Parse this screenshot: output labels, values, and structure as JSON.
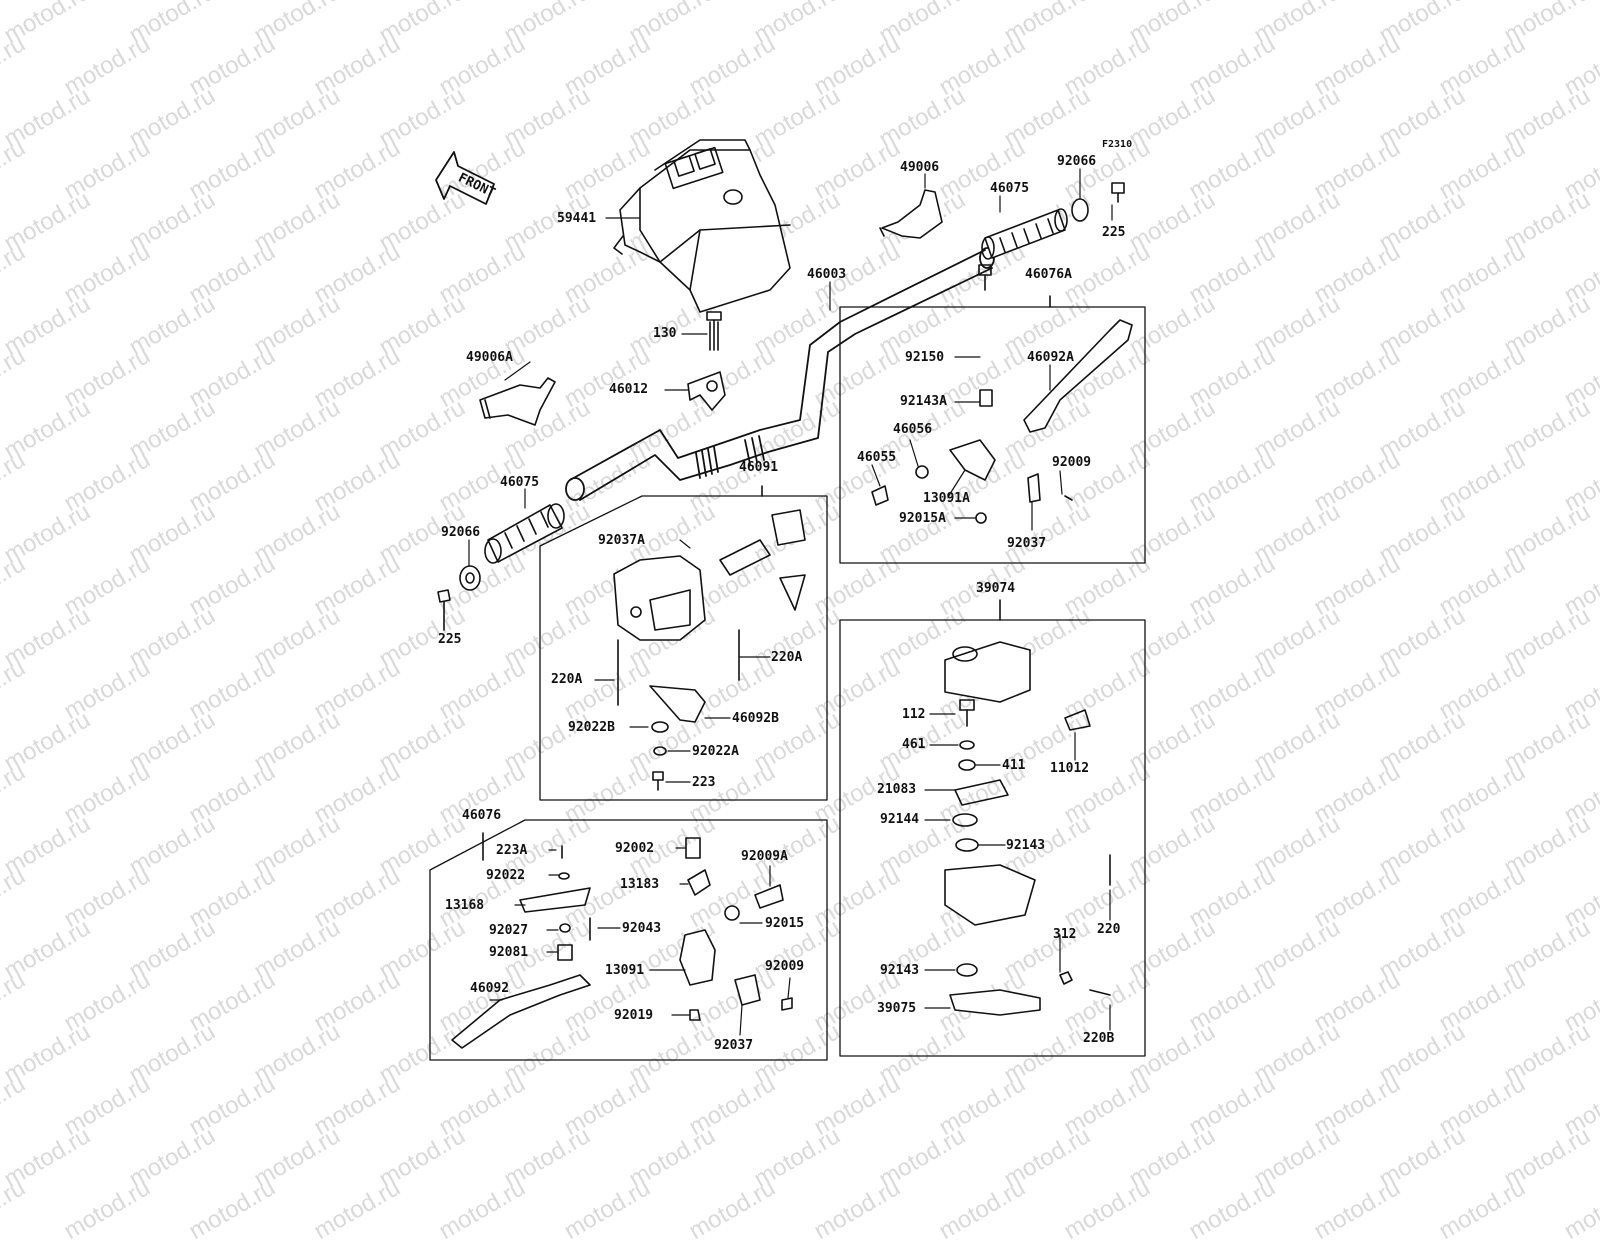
{
  "watermark": "motod.ru",
  "figure_code": "F2310",
  "front_label": "FRONT",
  "colors": {
    "line": "#111111",
    "watermark": "#d9d9d9",
    "background": "#ffffff"
  },
  "parts": {
    "handlebar_cover": "59441",
    "grip_cap_right": "49006",
    "grip_right": "46075",
    "grip_end_right": "92066",
    "bolt_right": "225",
    "handlebar": "46003",
    "bolt_clamp": "130",
    "clamp": "46012",
    "grip_cap_left": "49006A",
    "grip_left": "46075",
    "grip_end_left": "92066",
    "bolt_left": "225",
    "brake_lever_assy_right": "46076A",
    "bolt_92150": "92150",
    "lever_46092A": "46092A",
    "collar_92143A": "92143A",
    "part_46056": "46056",
    "part_46055": "46055",
    "screw_92009": "92009",
    "holder_13091A": "13091A",
    "nut_92015A": "92015A",
    "clamp_92037": "92037",
    "switch_assy": "46091",
    "wire_92037A": "92037A",
    "screw_220A_right": "220A",
    "screw_220A_left": "220A",
    "lever_46092B": "46092B",
    "washer_92022B": "92022B",
    "washer_92022A": "92022A",
    "screw_223": "223",
    "throttle_assy": "39074",
    "bolt_112": "112",
    "washer_461": "461",
    "washer_411": "411",
    "plate_11012": "11012",
    "plate_21083": "21083",
    "spring_92144": "92144",
    "collar_92143_upper": "92143",
    "screw_220": "220",
    "nut_312": "312",
    "collar_92143_lower": "92143",
    "lever_39075": "39075",
    "screw_220B": "220B",
    "brake_lever_assy_left": "46076",
    "screw_223A": "223A",
    "washer_92022": "92022",
    "bracket_13168": "13168",
    "part_92027": "92027",
    "spring_92081": "92081",
    "lever_46092": "46092",
    "bolt_92002": "92002",
    "bracket_13183": "13183",
    "screw_92009A": "92009A",
    "pin_92043": "92043",
    "nut_92015": "92015",
    "holder_13091": "13091",
    "screw_92009_b": "92009",
    "nut_92019": "92019",
    "clamp_92037_b": "92037"
  }
}
